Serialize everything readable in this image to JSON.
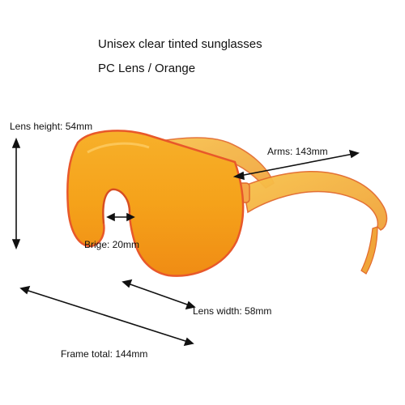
{
  "header": {
    "title": "Unisex clear tinted sunglasses",
    "subtitle": "PC Lens / Orange"
  },
  "measurements": {
    "lens_height": "Lens height: 54mm",
    "arms": "Arms: 143mm",
    "bridge": "Brige: 20mm",
    "lens_width": "Lens width: 58mm",
    "frame_total": "Frame total: 144mm"
  },
  "colors": {
    "lens": "#f4a018",
    "lens_edge": "#e8582a",
    "arm": "#f5b83a",
    "arrow": "#111111"
  }
}
